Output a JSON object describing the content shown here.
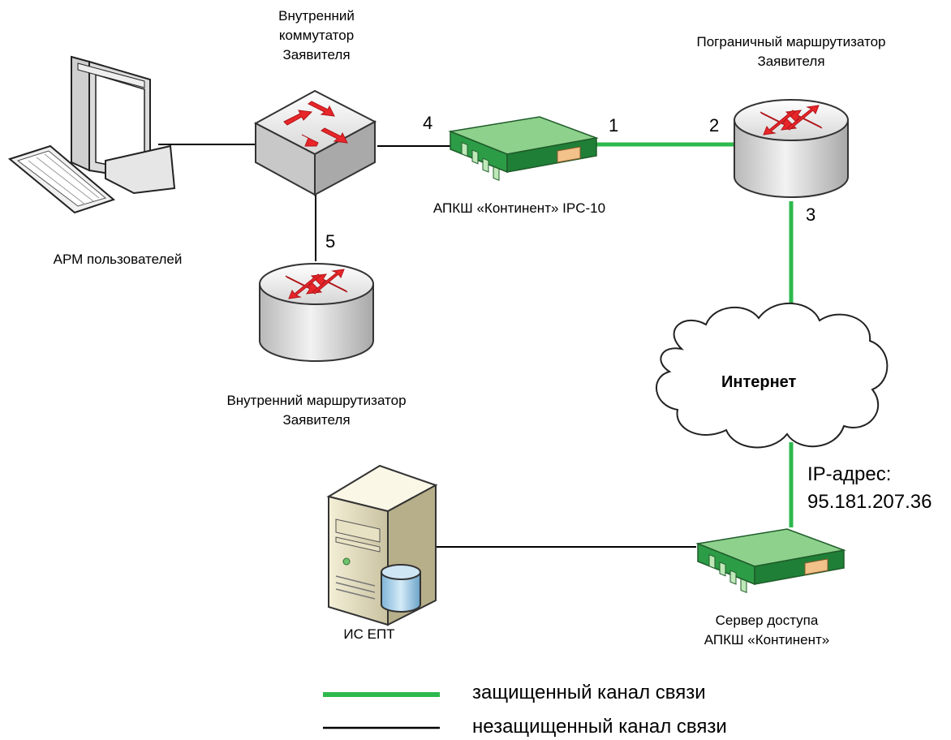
{
  "nodes": {
    "workstation_label": "АРМ пользователей",
    "switch_label": [
      "Внутренний",
      "коммутатор",
      "Заявителя"
    ],
    "crypto_gateway_label": "АПКШ «Континент» IPC-10",
    "border_router_label": [
      "Пограничный маршрутизатор",
      "Заявителя"
    ],
    "internal_router_label": [
      "Внутренний маршрутизатор",
      "Заявителя"
    ],
    "internet_label": "Интернет",
    "server_label": "ИС ЕПТ",
    "access_server_label": [
      "Сервер доступа",
      "АПКШ «Континент»"
    ],
    "access_server_ip": [
      "IP-адрес:",
      "95.181.207.36"
    ]
  },
  "port_numbers": {
    "p1": "1",
    "p2": "2",
    "p3": "3",
    "p4": "4",
    "p5": "5"
  },
  "legend": {
    "secure": {
      "label": "защищенный канал связи",
      "color": "#2DB94D"
    },
    "insecure": {
      "label": "незащищенный канал связи",
      "color": "#000000"
    }
  },
  "colors": {
    "accent_red": "#E8262A",
    "device_green": "#2E9F45",
    "cloud_fill": "#FFFFFF"
  }
}
